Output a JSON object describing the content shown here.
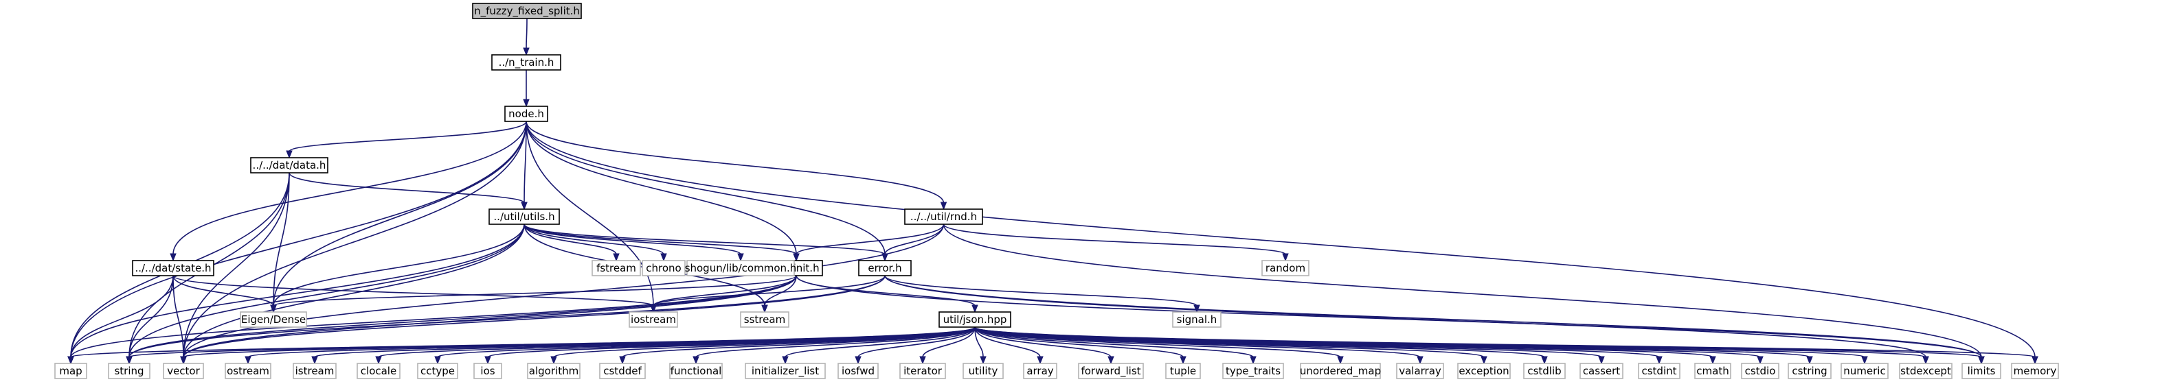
{
  "title": "n_fuzzy_fixed_split.h",
  "colors": {
    "edge": "#191970",
    "root_fill": "#bfbfbf",
    "node_border": "#000000",
    "external_border": "#b3b3b3",
    "background": "#ffffff"
  },
  "nodes": [
    {
      "id": "root",
      "label": "n_fuzzy_fixed_split.h",
      "kind": "root"
    },
    {
      "id": "n_train",
      "label": "../n_train.h",
      "kind": "local"
    },
    {
      "id": "node",
      "label": "node.h",
      "kind": "local"
    },
    {
      "id": "data",
      "label": "../../dat/data.h",
      "kind": "local"
    },
    {
      "id": "utils",
      "label": "../util/utils.h",
      "kind": "local"
    },
    {
      "id": "rnd",
      "label": "../../util/rnd.h",
      "kind": "local"
    },
    {
      "id": "state",
      "label": "../../dat/state.h",
      "kind": "local"
    },
    {
      "id": "init",
      "label": "../../init.h",
      "kind": "local"
    },
    {
      "id": "error",
      "label": "error.h",
      "kind": "local"
    },
    {
      "id": "json",
      "label": "util/json.hpp",
      "kind": "local"
    },
    {
      "id": "fstream",
      "label": "fstream",
      "kind": "system"
    },
    {
      "id": "chrono",
      "label": "chrono",
      "kind": "system"
    },
    {
      "id": "shogun",
      "label": "shogun/lib/common.h",
      "kind": "system"
    },
    {
      "id": "random",
      "label": "random",
      "kind": "system"
    },
    {
      "id": "eigen",
      "label": "Eigen/Dense",
      "kind": "system"
    },
    {
      "id": "iostream",
      "label": "iostream",
      "kind": "system"
    },
    {
      "id": "sstream",
      "label": "sstream",
      "kind": "system"
    },
    {
      "id": "signal",
      "label": "signal.h",
      "kind": "system"
    },
    {
      "id": "map",
      "label": "map",
      "kind": "system"
    },
    {
      "id": "string",
      "label": "string",
      "kind": "system"
    },
    {
      "id": "vector",
      "label": "vector",
      "kind": "system"
    },
    {
      "id": "ostream",
      "label": "ostream",
      "kind": "system"
    },
    {
      "id": "istream",
      "label": "istream",
      "kind": "system"
    },
    {
      "id": "clocale",
      "label": "clocale",
      "kind": "system"
    },
    {
      "id": "cctype",
      "label": "cctype",
      "kind": "system"
    },
    {
      "id": "ios",
      "label": "ios",
      "kind": "system"
    },
    {
      "id": "algorithm",
      "label": "algorithm",
      "kind": "system"
    },
    {
      "id": "cstddef",
      "label": "cstddef",
      "kind": "system"
    },
    {
      "id": "functional",
      "label": "functional",
      "kind": "system"
    },
    {
      "id": "initializer_list",
      "label": "initializer_list",
      "kind": "system"
    },
    {
      "id": "iosfwd",
      "label": "iosfwd",
      "kind": "system"
    },
    {
      "id": "iterator",
      "label": "iterator",
      "kind": "system"
    },
    {
      "id": "utility",
      "label": "utility",
      "kind": "system"
    },
    {
      "id": "array",
      "label": "array",
      "kind": "system"
    },
    {
      "id": "forward_list",
      "label": "forward_list",
      "kind": "system"
    },
    {
      "id": "tuple",
      "label": "tuple",
      "kind": "system"
    },
    {
      "id": "type_traits",
      "label": "type_traits",
      "kind": "system"
    },
    {
      "id": "unordered_map",
      "label": "unordered_map",
      "kind": "system"
    },
    {
      "id": "valarray",
      "label": "valarray",
      "kind": "system"
    },
    {
      "id": "exception",
      "label": "exception",
      "kind": "system"
    },
    {
      "id": "cstdlib",
      "label": "cstdlib",
      "kind": "system"
    },
    {
      "id": "cassert",
      "label": "cassert",
      "kind": "system"
    },
    {
      "id": "cstdint",
      "label": "cstdint",
      "kind": "system"
    },
    {
      "id": "cmath",
      "label": "cmath",
      "kind": "system"
    },
    {
      "id": "cstdio",
      "label": "cstdio",
      "kind": "system"
    },
    {
      "id": "cstring",
      "label": "cstring",
      "kind": "system"
    },
    {
      "id": "numeric",
      "label": "numeric",
      "kind": "system"
    },
    {
      "id": "stdexcept",
      "label": "stdexcept",
      "kind": "system"
    },
    {
      "id": "limits",
      "label": "limits",
      "kind": "system"
    },
    {
      "id": "memory",
      "label": "memory",
      "kind": "system"
    }
  ],
  "edges": [
    [
      "root",
      "n_train"
    ],
    [
      "n_train",
      "node"
    ],
    [
      "node",
      "data"
    ],
    [
      "node",
      "utils"
    ],
    [
      "node",
      "rnd"
    ],
    [
      "node",
      "state"
    ],
    [
      "node",
      "init"
    ],
    [
      "node",
      "error"
    ],
    [
      "node",
      "eigen"
    ],
    [
      "node",
      "iostream"
    ],
    [
      "node",
      "map"
    ],
    [
      "node",
      "vector"
    ],
    [
      "node",
      "memory"
    ],
    [
      "data",
      "utils"
    ],
    [
      "data",
      "eigen"
    ],
    [
      "data",
      "map"
    ],
    [
      "data",
      "string"
    ],
    [
      "data",
      "vector"
    ],
    [
      "utils",
      "fstream"
    ],
    [
      "utils",
      "chrono"
    ],
    [
      "utils",
      "shogun"
    ],
    [
      "utils",
      "init"
    ],
    [
      "utils",
      "error"
    ],
    [
      "utils",
      "eigen"
    ],
    [
      "utils",
      "map"
    ],
    [
      "utils",
      "vector"
    ],
    [
      "utils",
      "sstream"
    ],
    [
      "utils",
      "string"
    ],
    [
      "rnd",
      "init"
    ],
    [
      "rnd",
      "error"
    ],
    [
      "rnd",
      "random"
    ],
    [
      "rnd",
      "vector"
    ],
    [
      "rnd",
      "limits"
    ],
    [
      "state",
      "eigen"
    ],
    [
      "state",
      "iostream"
    ],
    [
      "state",
      "map"
    ],
    [
      "state",
      "string"
    ],
    [
      "state",
      "vector"
    ],
    [
      "init",
      "json"
    ],
    [
      "init",
      "iostream"
    ],
    [
      "init",
      "sstream"
    ],
    [
      "init",
      "eigen"
    ],
    [
      "init",
      "map"
    ],
    [
      "init",
      "string"
    ],
    [
      "init",
      "vector"
    ],
    [
      "init",
      "limits"
    ],
    [
      "error",
      "iostream"
    ],
    [
      "error",
      "signal"
    ],
    [
      "error",
      "vector"
    ],
    [
      "error",
      "string"
    ],
    [
      "error",
      "stdexcept"
    ],
    [
      "error",
      "limits"
    ],
    [
      "json",
      "map"
    ],
    [
      "json",
      "string"
    ],
    [
      "json",
      "vector"
    ],
    [
      "json",
      "ostream"
    ],
    [
      "json",
      "istream"
    ],
    [
      "json",
      "clocale"
    ],
    [
      "json",
      "cctype"
    ],
    [
      "json",
      "ios"
    ],
    [
      "json",
      "algorithm"
    ],
    [
      "json",
      "cstddef"
    ],
    [
      "json",
      "functional"
    ],
    [
      "json",
      "initializer_list"
    ],
    [
      "json",
      "iosfwd"
    ],
    [
      "json",
      "iterator"
    ],
    [
      "json",
      "utility"
    ],
    [
      "json",
      "array"
    ],
    [
      "json",
      "forward_list"
    ],
    [
      "json",
      "tuple"
    ],
    [
      "json",
      "type_traits"
    ],
    [
      "json",
      "unordered_map"
    ],
    [
      "json",
      "valarray"
    ],
    [
      "json",
      "exception"
    ],
    [
      "json",
      "cstdlib"
    ],
    [
      "json",
      "cassert"
    ],
    [
      "json",
      "cstdint"
    ],
    [
      "json",
      "cmath"
    ],
    [
      "json",
      "cstdio"
    ],
    [
      "json",
      "cstring"
    ],
    [
      "json",
      "numeric"
    ],
    [
      "json",
      "stdexcept"
    ],
    [
      "json",
      "limits"
    ],
    [
      "json",
      "memory"
    ]
  ]
}
